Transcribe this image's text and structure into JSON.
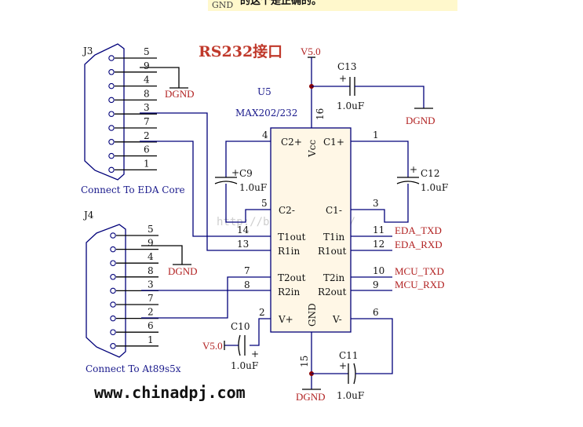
{
  "top_fragment": {
    "gnd_label": "GND",
    "text": "的这个是正确的。"
  },
  "title": "RS232接口",
  "watermark": "http://blog.csdn.net/",
  "website": "www.chinadpj.com",
  "power": {
    "v50_top": "V5.0",
    "v50_left": "V5.0"
  },
  "grounds": {
    "dgnd": "DGND"
  },
  "chip": {
    "ref": "U5",
    "part": "MAX202/232",
    "vcc": "Vcc",
    "gnd": "GND",
    "pin_16": "16",
    "pin_15": "15",
    "pin_1": "1",
    "pin_2": "2",
    "pin_3": "3",
    "pin_4": "4",
    "pin_5": "5",
    "pin_6": "6",
    "pin_9": "9",
    "pin_10": "10",
    "pin_11": "11",
    "pin_12": "12",
    "pin_13": "13",
    "pin_14": "14",
    "pin_7": "7",
    "pin_8": "8",
    "c2p": "C2+",
    "c1p": "C1+",
    "c2m": "C2-",
    "c1m": "C1-",
    "t1out": "T1out",
    "t1in": "T1in",
    "r1in": "R1in",
    "r1out": "R1out",
    "t2out": "T2out",
    "t2in": "T2in",
    "r2in": "R2in",
    "r2out": "R2out",
    "vplus": "V+",
    "vminus": "V-"
  },
  "signals": {
    "eda_txd": "EDA_TXD",
    "eda_rxd": "EDA_RXD",
    "mcu_txd": "MCU_TXD",
    "mcu_rxd": "MCU_RXD"
  },
  "capacitors": {
    "c13": "C13",
    "c12": "C12",
    "c9": "C9",
    "c10": "C10",
    "c11": "C11",
    "value": "1.0uF",
    "plus": "+"
  },
  "connectors": {
    "j3": {
      "ref": "J3",
      "caption": "Connect To EDA Core",
      "pins": [
        "5",
        "9",
        "4",
        "8",
        "3",
        "7",
        "2",
        "6",
        "1"
      ]
    },
    "j4": {
      "ref": "J4",
      "caption": "Connect To At89s5x",
      "pins": [
        "5",
        "9",
        "4",
        "8",
        "3",
        "7",
        "2",
        "6",
        "1"
      ]
    }
  }
}
